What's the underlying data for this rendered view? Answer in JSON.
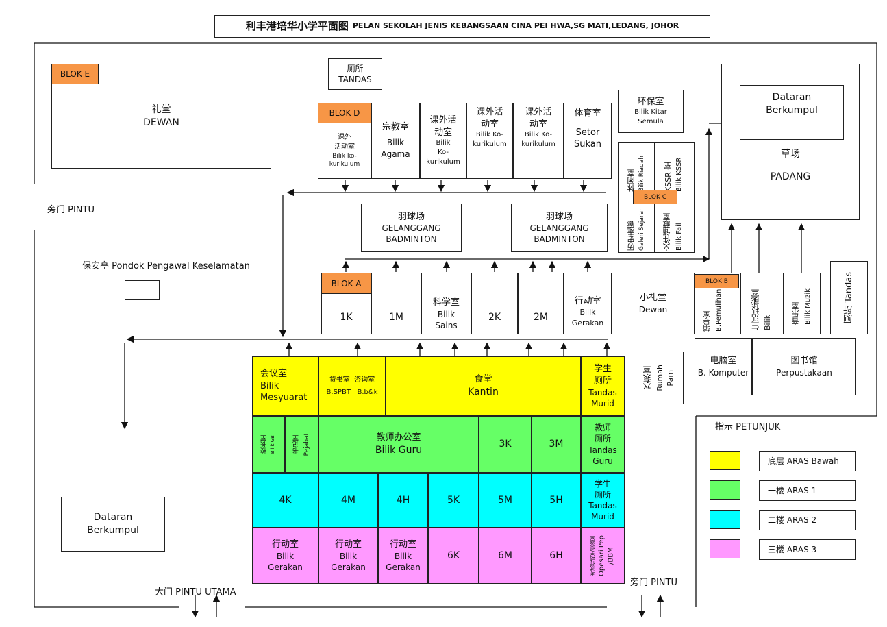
{
  "title": {
    "zh": "利丰港培华小学平面图",
    "ms": "PELAN SEKOLAH JENIS KEBANGSAAN CINA PEI HWA,SG MATI,LEDANG, JOHOR"
  },
  "blocks": {
    "e": "BLOK E",
    "d": "BLOK D",
    "c": "BLOK C",
    "a": "BLOK A",
    "b": "BLOK B"
  },
  "dewan": {
    "zh": "礼堂",
    "ms": "DEWAN"
  },
  "tandas_top": {
    "zh": "厕所",
    "ms": "TANDAS"
  },
  "block_d": {
    "r1": {
      "zh": "课外\n活动室",
      "ms": "Bilik ko-\nkurikulum"
    },
    "r2": {
      "zh": "宗教室",
      "ms": "Bilik\nAgama"
    },
    "r3": {
      "zh": "课外活\n动室",
      "ms": "Bilik\nKo-\nkurikulum"
    },
    "r4": {
      "zh": "课外活\n动室",
      "ms": "Bilik Ko-\nkurikulum"
    },
    "r5": {
      "zh": "课外活\n动室",
      "ms": "Bilik Ko-\nkurikulum"
    },
    "r6": {
      "zh": "体育室",
      "ms": "Setor\nSukan"
    }
  },
  "badminton": {
    "zh": "羽球场",
    "ms": "GELANGGANG\nBADMINTON"
  },
  "recycle": {
    "zh": "环保室",
    "ms": "Bilik Kitar\nSemula"
  },
  "block_c": {
    "rehat_zh": "休闲室",
    "rehat_ms": "Bilik Riadah",
    "kssr_zh": "KSSR 室",
    "kssr_ms": "Bilik KSSR",
    "galeri_zh": "历史走廊",
    "galeri_ms": "Galeri Sejarah",
    "fail_zh": "文件储藏室",
    "fail_ms": "Bilik Fail"
  },
  "padang": {
    "zh": "草场",
    "ms": "PADANG"
  },
  "dataran": {
    "line1": "Dataran",
    "line2": "Berkumpul"
  },
  "side_gate": "旁门 PINTU",
  "guard": "保安亭 Pondok  Pengawal Keselamatan",
  "block_a": {
    "c1": "1K",
    "c2": "1M",
    "sains_zh": "科学室",
    "sains_ms": "Bilik\nSains",
    "c4": "2K",
    "c5": "2M",
    "gerakan_zh": "行动室",
    "gerakan_ms": "Bilik\nGerakan",
    "dewan_zh": "小礼堂",
    "dewan_ms": "Dewan"
  },
  "block_b": {
    "pemulihan_zh": "辅导室",
    "pemulihan_ms": "B.Pemulihan",
    "skill_zh": "生活技能室",
    "skill_ms": "Bilik",
    "muzik_zh": "音乐室",
    "muzik_ms": "Bilik Muzik"
  },
  "tandas_right": "厕所 Tandas",
  "pump": {
    "zh": "水泵室",
    "ms": "Rumah\nPam"
  },
  "komputer": {
    "zh": "电脑室",
    "ms": "B. Komputer"
  },
  "library": {
    "zh": "图书馆",
    "ms": "Perpustakaan"
  },
  "main": {
    "mesyuarat_zh": "会议室",
    "mesyuarat_ms": "Bilik\nMesyuarat",
    "spbt_zh": "贷书室  咨询室",
    "spbt_ms": "B.SPBT   B.b&k",
    "kantin_zh": "食堂",
    "kantin_ms": "Kantin",
    "tandas_murid_zh": "学生\n厕所",
    "tandas_murid_ms": "Tandas\nMurid",
    "gb_zh": "校长室",
    "gb_ms": "Bilik GB",
    "pejabat_zh": "书记室",
    "pejabat_ms": "Pejabat",
    "guru_zh": "教师办公室",
    "guru_ms": "Bilik Guru",
    "c3k": "3K",
    "c3m": "3M",
    "tandas_guru_zh": "教师\n厕所",
    "tandas_guru_ms": "Tandas\nGuru",
    "c4k": "4K",
    "c4m": "4M",
    "c4h": "4H",
    "c5k": "5K",
    "c5m": "5M",
    "c5h": "5H",
    "tandas_murid2_zh": "学生\n厕所",
    "tandas_murid2_ms": "Tandas\nMurid",
    "gerakan_zh": "行动室",
    "gerakan_ms": "Bilik\nGerakan",
    "c6k": "6K",
    "c6m": "6M",
    "c6h": "6H",
    "opesari_zh": "考试行动室/资源室",
    "opesari_ms": "Opesari Pep\n/BBM"
  },
  "main_gate": "大门 PINTU UTAMA",
  "side_gate2": "旁门 PINTU",
  "legend": {
    "title": "指示 PETUNJUK",
    "items": [
      {
        "label": "底层 ARAS Bawah",
        "color": "#ffff00"
      },
      {
        "label": "一楼 ARAS 1",
        "color": "#66ff66"
      },
      {
        "label": "二楼 ARAS 2",
        "color": "#00ffff"
      },
      {
        "label": "三楼 ARAS 3",
        "color": "#ff99ff"
      }
    ]
  }
}
